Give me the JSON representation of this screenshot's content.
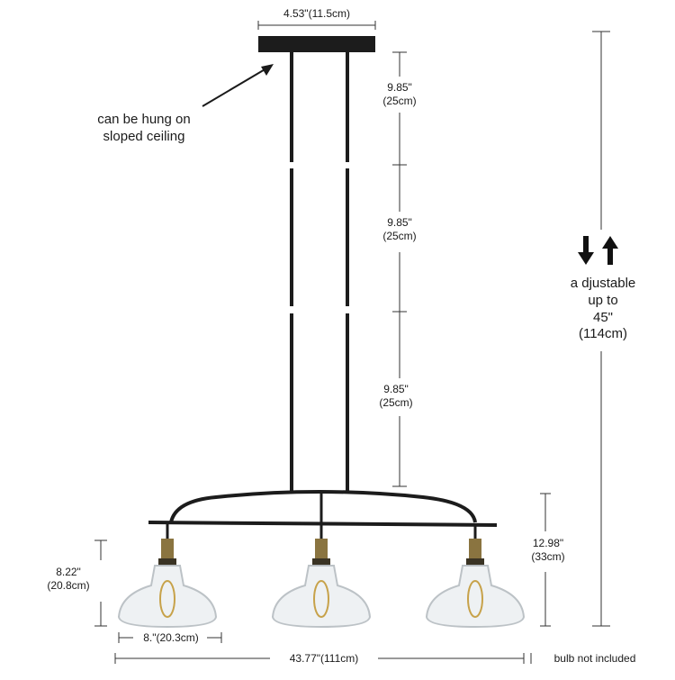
{
  "dimensions": {
    "canopy_width": "4.53\"(11.5cm)",
    "rod_segment_1": "9.85\"",
    "rod_segment_1_cm": "(25cm)",
    "rod_segment_2": "9.85\"",
    "rod_segment_2_cm": "(25cm)",
    "rod_segment_3": "9.85\"",
    "rod_segment_3_cm": "(25cm)",
    "bar_height": "12.98\"",
    "bar_height_cm": "(33cm)",
    "shade_height": "8.22\"",
    "shade_height_cm": "(20.8cm)",
    "shade_width": "8.\"(20.3cm)",
    "overall_width": "43.77\"(111cm)"
  },
  "notes": {
    "sloped_ceiling_line1": "can be hung on",
    "sloped_ceiling_line2": "sloped ceiling",
    "adjustable_line1": "a djustable",
    "adjustable_line2": "up to",
    "adjustable_line3": "45\"",
    "adjustable_line4": "(114cm)",
    "bulb_note": "bulb not included"
  },
  "colors": {
    "metal": "#1c1c1c",
    "brass": "#8a7440",
    "glass_edge": "#b9bfc4",
    "dimension_line": "#333333"
  }
}
